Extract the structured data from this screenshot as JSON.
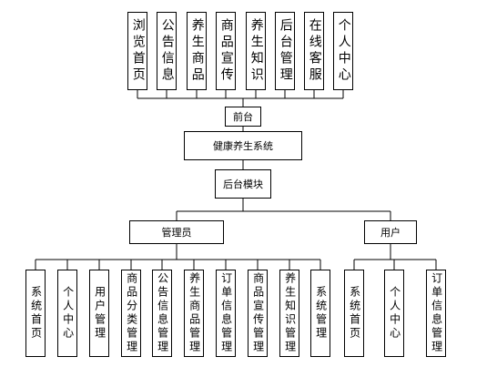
{
  "header_fragment": "",
  "top_modules": [
    "浏览首页",
    "公告信息",
    "养生商品",
    "商品宣传",
    "养生知识",
    "后台管理",
    "在线客服",
    "个人中心"
  ],
  "front_label": "前台",
  "system_label": "健康养生系统",
  "backend_label": "后台模块",
  "admin": {
    "label": "管理员",
    "children": [
      "系统首页",
      "个人中心",
      "用户管理",
      "商品分类管理",
      "公告信息管理",
      "养生商品管理",
      "订单信息管理",
      "商品宣传管理",
      "养生知识管理",
      "系统管理"
    ]
  },
  "user": {
    "label": "用户",
    "children": [
      "系统首页",
      "个人中心",
      "订单信息管理"
    ]
  }
}
